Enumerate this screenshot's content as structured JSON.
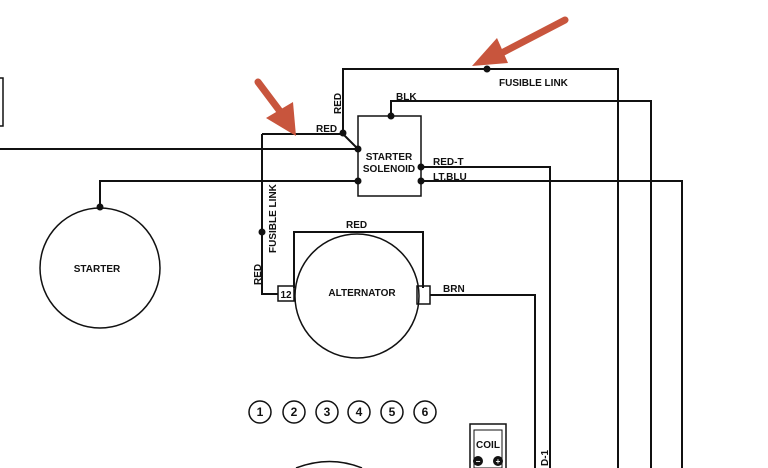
{
  "components": {
    "starter": "STARTER",
    "solenoid_line1": "STARTER",
    "solenoid_line2": "SOLENOID",
    "alternator": "ALTERNATOR",
    "alternator_terminal": "12",
    "coil": "COIL",
    "coil_terminal_neg": "−",
    "coil_terminal_pos": "+"
  },
  "wire_labels": {
    "fusible_link_top": "FUSIBLE LINK",
    "fusible_link_vertical": "FUSIBLE LINK",
    "red_vertical_top": "RED",
    "red_horizontal": "RED",
    "blk": "BLK",
    "red_t": "RED-T",
    "lt_blu": "LT.BLU",
    "red_alternator": "RED",
    "red_vertical_left": "RED",
    "brn": "BRN",
    "d1": "D-1"
  },
  "connector_pins": [
    "1",
    "2",
    "3",
    "4",
    "5",
    "6"
  ],
  "colors": {
    "line": "#111111",
    "highlight_arrow": "#c8553d",
    "background": "#ffffff"
  }
}
